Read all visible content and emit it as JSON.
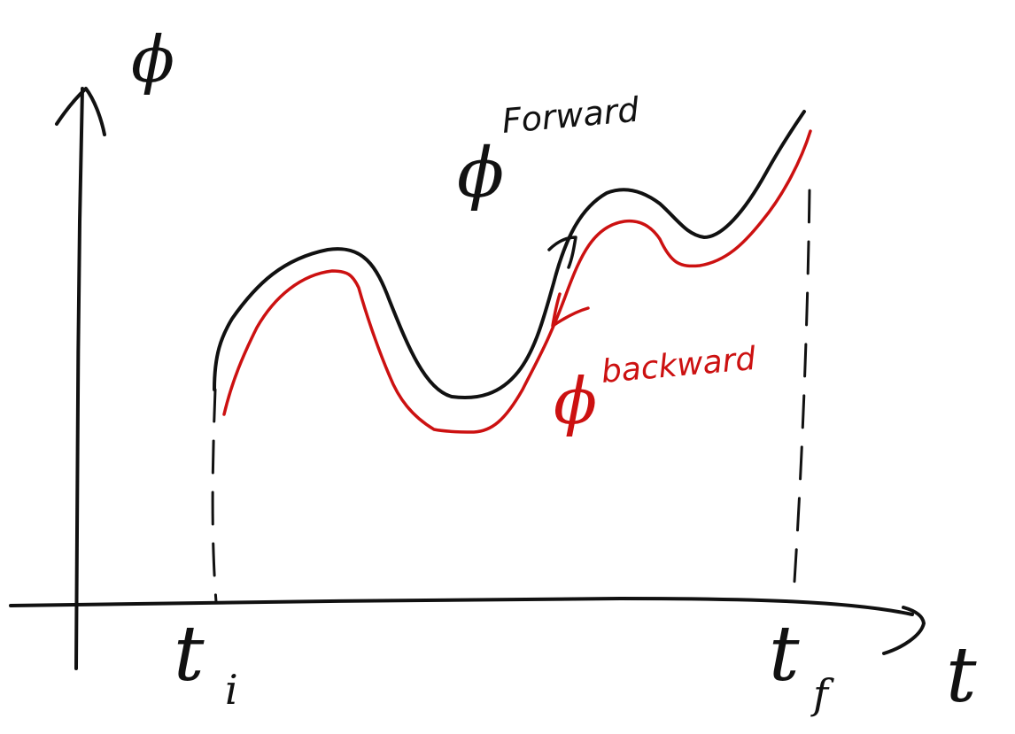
{
  "colors": {
    "ink": "#111111",
    "backward": "#cc1111"
  },
  "axes": {
    "y_label": "ϕ",
    "x_label": "t"
  },
  "markers": {
    "start_base": "t",
    "start_sub": "i",
    "end_base": "t",
    "end_sub": "f"
  },
  "curves": {
    "forward_symbol": "ϕ",
    "forward_superscript": "Forward",
    "backward_symbol": "ϕ",
    "backward_superscript": "backward"
  }
}
